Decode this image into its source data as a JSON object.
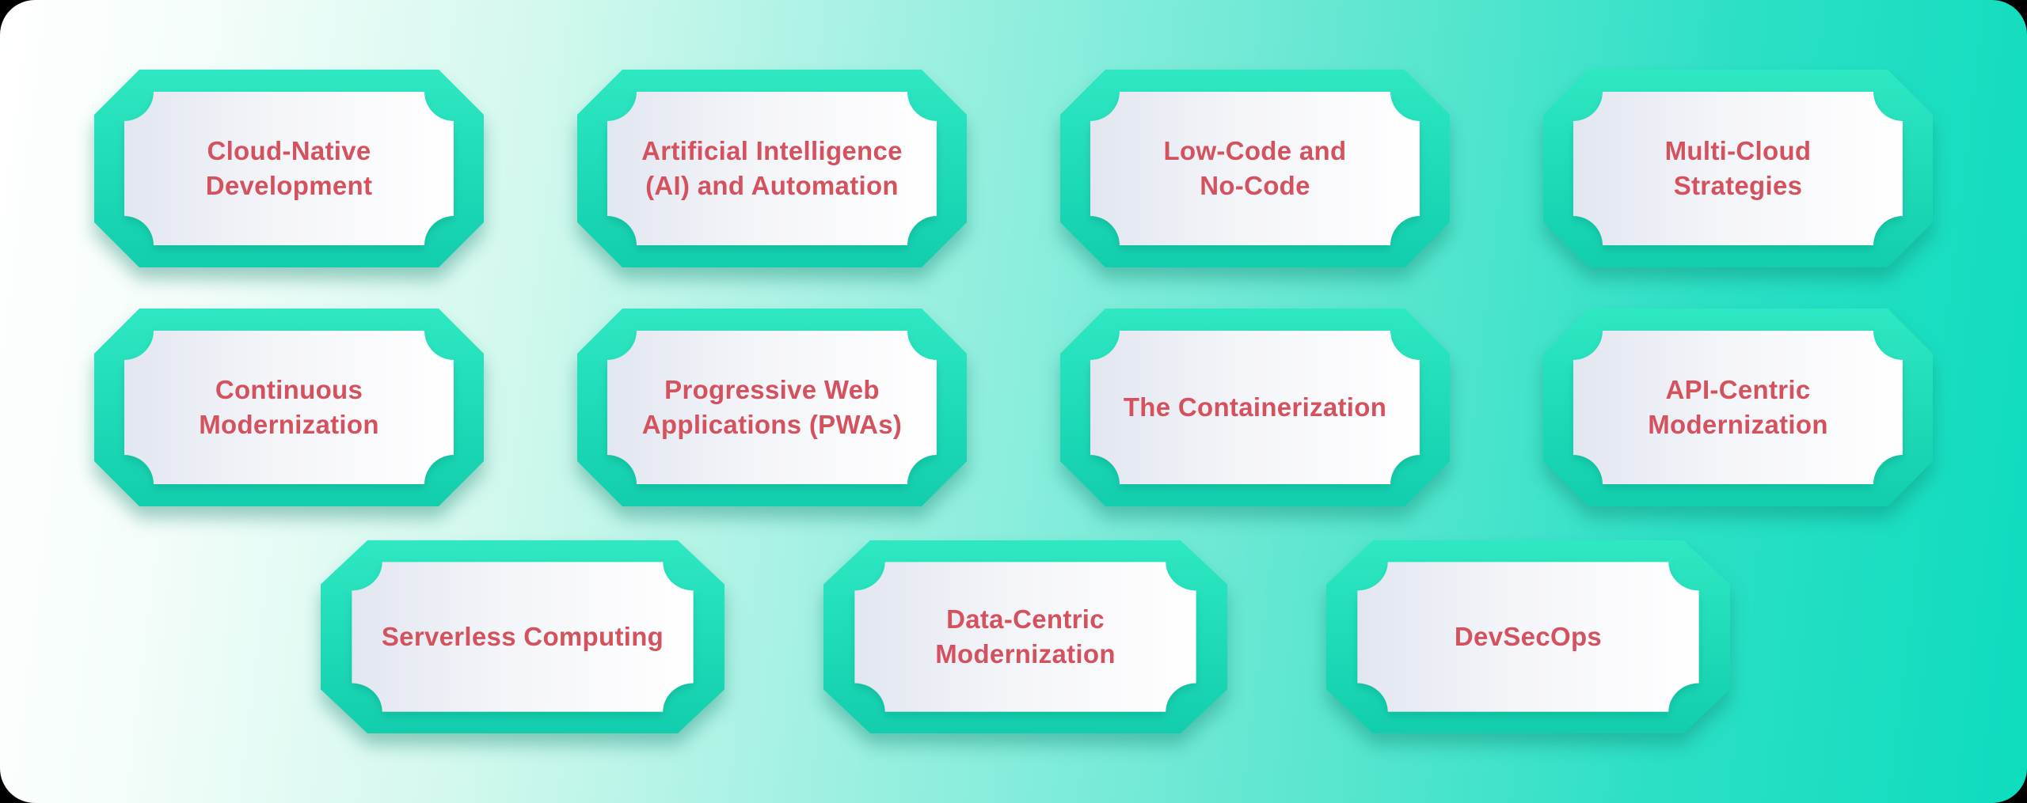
{
  "title": "Application modernization trends badges",
  "canvas": {
    "background_gradient": [
      "#ffffff",
      "#d2f8ee",
      "#9df0e1",
      "#2ce0c5",
      "#0edcbe"
    ],
    "corner_background": "#000000"
  },
  "badge_style": {
    "frame_top_color": "#2ee8c3",
    "frame_bottom_color": "#12cead",
    "panel_left_color": "#e2e6f0",
    "panel_mid_color": "#f4f5f9",
    "panel_right_color": "#ffffff",
    "label_color": "#d4525e"
  },
  "rows": [
    {
      "items": [
        {
          "label": "Cloud-Native\nDevelopment"
        },
        {
          "label": "Artificial Intelligence\n(AI) and Automation"
        },
        {
          "label": "Low-Code and\nNo-Code"
        },
        {
          "label": "Multi-Cloud\nStrategies"
        }
      ]
    },
    {
      "items": [
        {
          "label": "Continuous\nModernization"
        },
        {
          "label": "Progressive Web\nApplications (PWAs)"
        },
        {
          "label": "The Containerization"
        },
        {
          "label": "API-Centric\nModernization"
        }
      ]
    },
    {
      "items": [
        {
          "label": "Serverless Computing"
        },
        {
          "label": "Data-Centric\nModernization"
        },
        {
          "label": "DevSecOps"
        }
      ]
    }
  ]
}
